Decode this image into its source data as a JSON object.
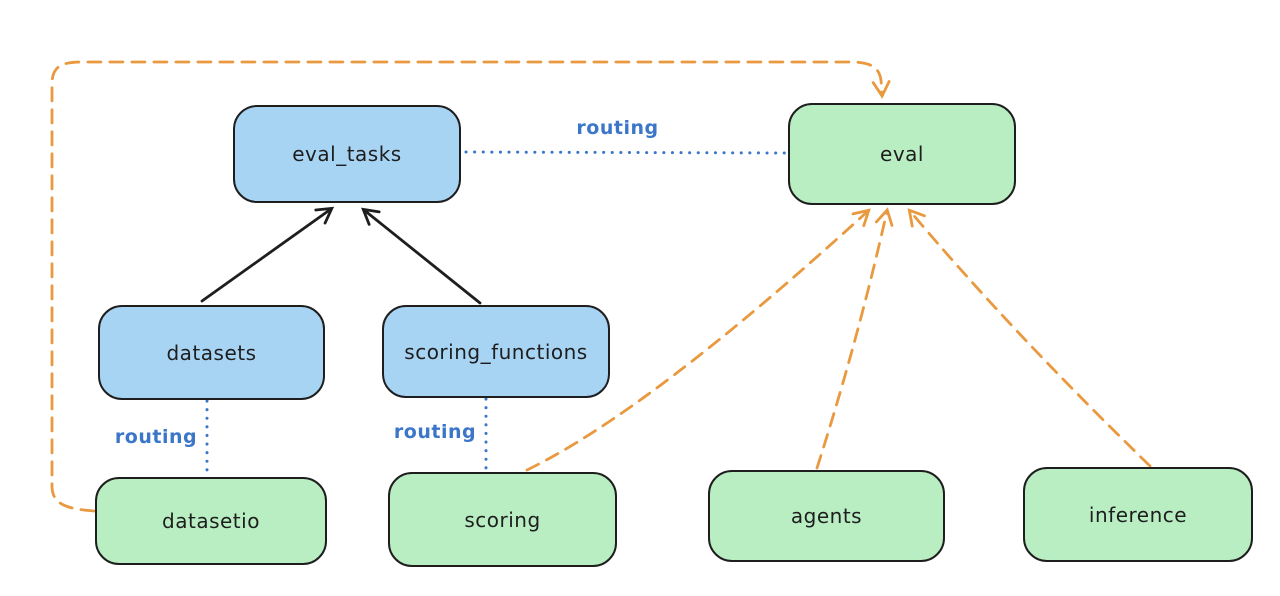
{
  "colors": {
    "background": "#ffffff",
    "node_border": "#1e1e1e",
    "blue_node_fill": "#a8d4f4",
    "green_node_fill": "#b9eec3",
    "black_arrow": "#1e1e1e",
    "orange_arrow": "#e9993f",
    "routing_blue": "#3b76c9"
  },
  "nodes": {
    "eval_tasks": {
      "label": "eval_tasks",
      "fill": "blue"
    },
    "eval": {
      "label": "eval",
      "fill": "green"
    },
    "datasets": {
      "label": "datasets",
      "fill": "blue"
    },
    "scoring_functions": {
      "label": "scoring_functions",
      "fill": "blue"
    },
    "datasetio": {
      "label": "datasetio",
      "fill": "green"
    },
    "scoring": {
      "label": "scoring",
      "fill": "green"
    },
    "agents": {
      "label": "agents",
      "fill": "green"
    },
    "inference": {
      "label": "inference",
      "fill": "green"
    }
  },
  "edges": [
    {
      "from": "datasets",
      "to": "eval_tasks",
      "style": "solid",
      "color": "black",
      "arrow": true,
      "label": ""
    },
    {
      "from": "scoring_functions",
      "to": "eval_tasks",
      "style": "solid",
      "color": "black",
      "arrow": true,
      "label": ""
    },
    {
      "from": "eval_tasks",
      "to": "eval",
      "style": "dotted",
      "color": "blue",
      "arrow": false,
      "label": "routing"
    },
    {
      "from": "datasets",
      "to": "datasetio",
      "style": "dotted",
      "color": "blue",
      "arrow": false,
      "label": "routing"
    },
    {
      "from": "scoring_functions",
      "to": "scoring",
      "style": "dotted",
      "color": "blue",
      "arrow": false,
      "label": "routing"
    },
    {
      "from": "datasetio",
      "to": "eval",
      "style": "dashed",
      "color": "orange",
      "arrow": true,
      "label": ""
    },
    {
      "from": "scoring",
      "to": "eval",
      "style": "dashed",
      "color": "orange",
      "arrow": true,
      "label": ""
    },
    {
      "from": "agents",
      "to": "eval",
      "style": "dashed",
      "color": "orange",
      "arrow": true,
      "label": ""
    },
    {
      "from": "inference",
      "to": "eval",
      "style": "dashed",
      "color": "orange",
      "arrow": true,
      "label": ""
    }
  ]
}
